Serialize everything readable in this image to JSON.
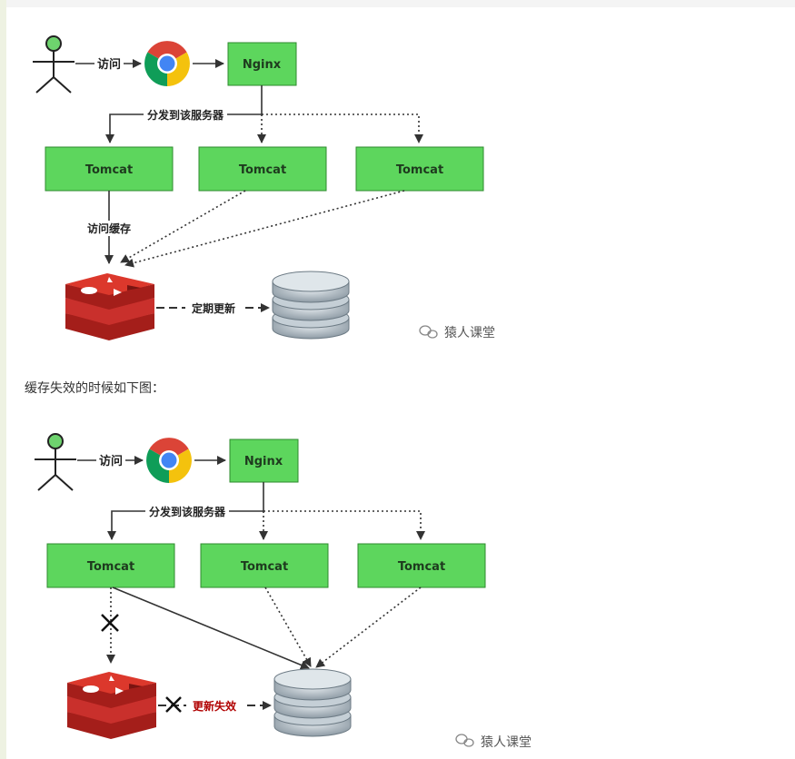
{
  "diagram1": {
    "visit_label": "访问",
    "nginx_label": "Nginx",
    "dispatch_label": "分发到该服务器",
    "tomcat_labels": [
      "Tomcat",
      "Tomcat",
      "Tomcat"
    ],
    "cache_access_label": "访问缓存",
    "periodic_update_label": "定期更新",
    "watermark": "猿人课堂"
  },
  "caption": "缓存失效的时候如下图：",
  "diagram2": {
    "visit_label": "访问",
    "nginx_label": "Nginx",
    "dispatch_label": "分发到该服务器",
    "tomcat_labels": [
      "Tomcat",
      "Tomcat",
      "Tomcat"
    ],
    "update_failed_label": "更新失效",
    "watermark": "猿人课堂"
  },
  "colors": {
    "box_fill": "#5dd65d",
    "box_stroke": "#2e8b2e",
    "redis_red": "#c9302c",
    "error_text": "#b00000",
    "db_gray": "#b7c1c9"
  }
}
